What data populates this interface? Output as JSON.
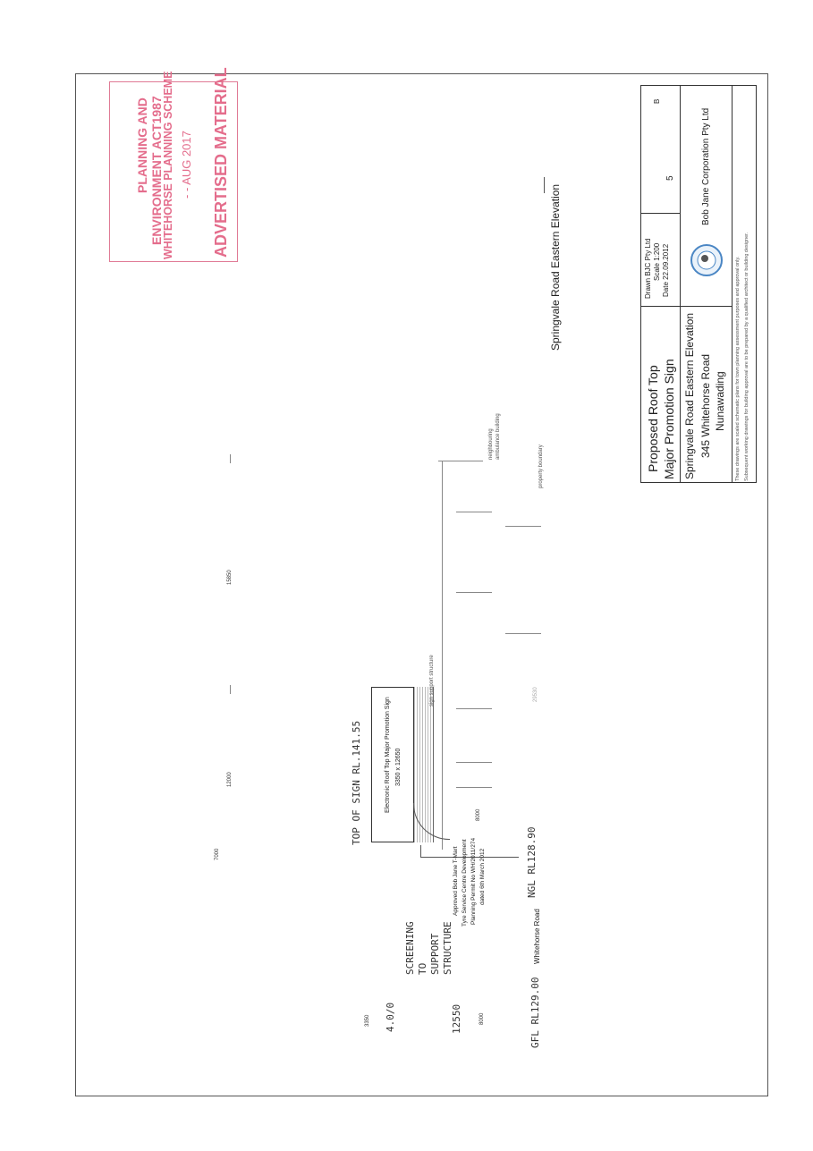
{
  "stamp": {
    "line1": "PLANNING AND",
    "line2": "ENVIRONMENT ACT1987",
    "line3": "WHITEHORSE PLANNING SCHEME",
    "date": "- - AUG 2017",
    "advertised": "ADVERTISED MATERIAL"
  },
  "drawing": {
    "elevation_label": "Springvale Road Eastern Elevation",
    "neighbouring_label": "neighbouring ambulance building",
    "property_boundary": "property boundary",
    "sign_label": "Electronic Roof Top Major Promotion Sign",
    "sign_size": "3350 x 12650",
    "support_label": "sign support structure",
    "top_of_sign": "TOP OF SIGN RL.141.55",
    "ngl": "NGL RL128.90",
    "gfl": "GFL RL129.00",
    "road_label": "Whitehorse Road",
    "screening": "SCREENING TO SUPPORT STRUCTURE",
    "approved": [
      "Approved Bob Jane T-Mart",
      "Tyre Service Centre Development",
      "Planning Permit No WH/2011/274",
      "dated 6th March 2012"
    ],
    "dims": {
      "d7000": "7000",
      "d12000": "12000",
      "d15850": "15850",
      "d3350": "3350",
      "d12550": "12550",
      "d8000a": "8000",
      "d8000b": "8000",
      "d29530": "29530",
      "ov": "4.0/0",
      "o12": "12550"
    }
  },
  "title_block": {
    "title1": "Proposed Roof Top",
    "title2": "Major Promotion Sign",
    "sub1": "Springvale Road Eastern Elevation",
    "sub2": "345 Whitehorse Road",
    "sub3": "Nunawading",
    "drawn": "Drawn  BJC Pty Ltd",
    "scale": "Scale  1:200",
    "date": "Date  22.09.2012",
    "sheet_no": "5",
    "rev": "B",
    "company": "Bob Jane Corporation Pty Ltd",
    "disclaimer1": "These drawings are scaled schematic plans for town planning assessment purposes and approval only.",
    "disclaimer2": "Subsequent working drawings for building approval are to be prepared by a qualified architect or building designer."
  }
}
